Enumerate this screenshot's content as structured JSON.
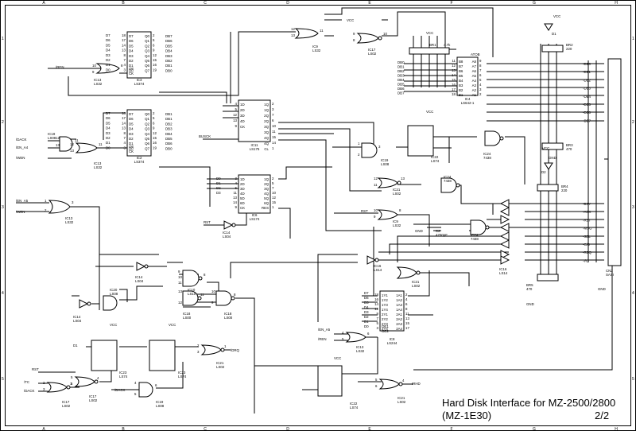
{
  "title_block": {
    "line1": "Hard Disk Interface for MZ-2500/2800",
    "line2": "(MZ-1E30)",
    "sheet": "2/2"
  },
  "border": {
    "cols": [
      "A",
      "B",
      "C",
      "D",
      "E",
      "F",
      "G",
      "H"
    ],
    "rows": [
      "1",
      "2",
      "3",
      "4",
      "5"
    ]
  },
  "chips": [
    {
      "id": "ic3a",
      "ref": "IC3",
      "part": "LS374",
      "left": [
        "D7",
        "D6",
        "D5",
        "D4",
        "D3",
        "D2",
        "D1",
        "D0"
      ],
      "lp": [
        "18",
        "17",
        "14",
        "13",
        "8",
        "7",
        "4",
        "3"
      ],
      "in_right": [
        "Q0",
        "Q1",
        "Q2",
        "Q3",
        "Q4",
        "Q5",
        "Q6",
        "Q7"
      ],
      "rp": [
        "2",
        "5",
        "6",
        "9",
        "12",
        "15",
        "16",
        "19"
      ],
      "right": [
        "DB7",
        "DB6",
        "DB5",
        "DB4",
        "DB3",
        "DB2",
        "DB1",
        "DB0"
      ],
      "ctrl": [
        "OE",
        "CK"
      ],
      "cp": [
        "1",
        "11"
      ]
    },
    {
      "id": "ic2",
      "ref": "IC2",
      "part": "LS374",
      "left": [
        "D7",
        "D6",
        "D5",
        "D4",
        "D3",
        "D2",
        "D1",
        "D0"
      ],
      "lp": [
        "18",
        "17",
        "14",
        "13",
        "8",
        "7",
        "4",
        "3"
      ],
      "in_right": [
        "Q0",
        "Q1",
        "Q2",
        "Q3",
        "Q4",
        "Q5",
        "Q6",
        "Q7"
      ],
      "rp": [
        "2",
        "5",
        "6",
        "9",
        "12",
        "15",
        "16",
        "19"
      ],
      "right": [
        "DB1",
        "DB1",
        "DB2",
        "DB3",
        "DB4",
        "DB5",
        "DB6",
        "DB0"
      ],
      "ctrl": [
        "OE",
        "CK"
      ],
      "cp": [
        "1",
        "11"
      ]
    },
    {
      "id": "ic11",
      "ref": "IC11",
      "part": "LS175",
      "left": [
        "1D",
        "2D",
        "3D",
        "4D",
        "CK"
      ],
      "lp": [
        "4",
        "5",
        "12",
        "13",
        "9"
      ],
      "in_right": [
        "1Q",
        "1Q",
        "2Q",
        "2Q",
        "3Q",
        "3Q",
        "4Q",
        "4Q",
        "CL"
      ],
      "rp": [
        "2",
        "3",
        "7",
        "6",
        "10",
        "11",
        "15",
        "14",
        "1"
      ],
      "right": []
    },
    {
      "id": "ic6",
      "ref": "IC6",
      "part": "LS174",
      "left": [
        "1D",
        "2D",
        "3D",
        "4D",
        "5D",
        "6D",
        "CK"
      ],
      "lp": [
        "3",
        "4",
        "6",
        "11",
        "13",
        "14",
        "9"
      ],
      "in_right": [
        "1Q",
        "2Q",
        "3Q",
        "4Q",
        "5Q",
        "6Q",
        "RES"
      ],
      "rp": [
        "2",
        "5",
        "7",
        "10",
        "12",
        "15",
        "1"
      ],
      "right": []
    },
    {
      "id": "ic4",
      "ref": "IC4",
      "part": "LS642-1",
      "left": [
        "B8",
        "B7",
        "B6",
        "B5",
        "B4",
        "B3",
        "B2",
        "B1"
      ],
      "lp": [
        "11",
        "12",
        "13",
        "14",
        "15",
        "16",
        "17",
        "18"
      ],
      "in_right": [
        "A8",
        "A7",
        "A6",
        "A5",
        "A4",
        "A3",
        "A2",
        "A1"
      ],
      "rp": [
        "9",
        "8",
        "7",
        "6",
        "5",
        "4",
        "3",
        "2"
      ],
      "right": []
    },
    {
      "id": "ic8",
      "ref": "IC8",
      "part": "LS244",
      "left": [
        "1Y1",
        "1Y2",
        "1Y3",
        "1Y4",
        "2Y1",
        "2Y2",
        "2Y3",
        "2Y4"
      ],
      "lp": [
        "18",
        "16",
        "14",
        "12",
        "9",
        "7",
        "5",
        "3"
      ],
      "in_right": [
        "1A1",
        "1A2",
        "1A3",
        "1A4",
        "2A1",
        "2A2",
        "2A3",
        "2A4"
      ],
      "rp": [
        "2",
        "4",
        "6",
        "8",
        "11",
        "13",
        "15",
        "17"
      ],
      "right": [],
      "ctrl": [
        "OE1",
        "OE2"
      ],
      "cp": [
        "1",
        "19"
      ]
    }
  ],
  "bus_labels": {
    "ic3a_in": [
      "D7",
      "D6",
      "D5",
      "D4",
      "D3",
      "D2",
      "D1",
      "D0"
    ],
    "ic2_in": [
      "D7",
      "D6",
      "D5",
      "D4",
      "D3",
      "D2",
      "D1",
      "D0"
    ],
    "ic4_in": [
      "DB0",
      "DB1",
      "DB2",
      "DB3",
      "DB4",
      "DB5",
      "DB6",
      "DB7"
    ],
    "ic6_in": [
      "D0",
      "D1",
      "D2",
      "D3"
    ],
    "ic8_out": [
      "D7",
      "D6",
      "D5",
      "D4",
      "D3",
      "D2",
      "D1",
      "D0"
    ],
    "cn2_data": [
      "-DB0",
      "-DB1",
      "-DB2",
      "-DB3",
      "-DB4",
      "-DB5",
      "-DB6",
      "-DB7"
    ],
    "cn2_ctrl": [
      "-BSY",
      "-ACK",
      "-RST",
      "-MSG",
      "-SEL",
      "-C/D",
      "-REQ",
      "-I/O"
    ]
  },
  "labels": [
    {
      "id": "ren",
      "text": "/REN"
    },
    {
      "id": "dack1",
      "text": "/DACK"
    },
    {
      "id": "ena4",
      "text": "/EN_A4"
    },
    {
      "id": "wen1",
      "text": "/WEN"
    },
    {
      "id": "busck",
      "text": "BUSCK"
    },
    {
      "id": "ena5",
      "text": "/EN_A5"
    },
    {
      "id": "wen2",
      "text": "/WEN"
    },
    {
      "id": "rst1",
      "text": "RST"
    },
    {
      "id": "rst2",
      "text": "RST"
    },
    {
      "id": "rst3",
      "text": "RST"
    },
    {
      "id": "tc",
      "text": "/TC"
    },
    {
      "id": "dack2",
      "text": "/DACK"
    },
    {
      "id": "dack3",
      "text": "/DACK"
    },
    {
      "id": "d1",
      "text": "D1"
    },
    {
      "id": "drq",
      "text": "/DRQ"
    },
    {
      "id": "irhd",
      "text": "IRHD"
    },
    {
      "id": "ena5b",
      "text": "/EN_A5"
    },
    {
      "id": "ren2",
      "text": "/REN"
    },
    {
      "id": "vcc1",
      "text": "VCC"
    },
    {
      "id": "vcc2",
      "text": "VCC"
    },
    {
      "id": "vcc3",
      "text": "VCC"
    },
    {
      "id": "vcc4",
      "text": "VCC"
    },
    {
      "id": "vcc5",
      "text": "VCC"
    },
    {
      "id": "vcc6",
      "text": "VCC"
    },
    {
      "id": "vcc7",
      "text": "VCC"
    },
    {
      "id": "vcc8",
      "text": "VCC"
    },
    {
      "id": "gnd1",
      "text": "GND"
    },
    {
      "id": "gnd2",
      "text": "GND"
    },
    {
      "id": "gnd3",
      "text": "GND"
    },
    {
      "id": "gnd4",
      "text": "GND"
    },
    {
      "id": "br1",
      "text": "BR1"
    },
    {
      "id": "br1v",
      "text": "4.7k"
    },
    {
      "id": "br2",
      "text": "BR2"
    },
    {
      "id": "br2v",
      "text": "220"
    },
    {
      "id": "br3",
      "text": "BR3"
    },
    {
      "id": "br3v",
      "text": "470"
    },
    {
      "id": "br4",
      "text": "BR4"
    },
    {
      "id": "br4v",
      "text": "220"
    },
    {
      "id": "br5",
      "text": "BR5"
    },
    {
      "id": "br5v",
      "text": "470"
    },
    {
      "id": "c2",
      "text": "C2"
    },
    {
      "id": "c2v",
      "text": "4700pF"
    },
    {
      "id": "d1d",
      "text": "D1"
    },
    {
      "id": "d2d",
      "text": "D2"
    },
    {
      "id": "cn2",
      "text": "CN2"
    },
    {
      "id": "cn2t",
      "text": "SASI"
    },
    {
      "id": "ato",
      "text": "ATOB"
    },
    {
      "id": "ic4lbl",
      "text": "IC4"
    },
    {
      "id": "ic4p",
      "text": "LS642-1"
    }
  ],
  "gates": [
    {
      "id": "ic13a",
      "ref": "IC13",
      "part": "LS32"
    },
    {
      "id": "ic19a",
      "ref": "IC19",
      "part": "LS08"
    },
    {
      "id": "ic13b",
      "ref": "IC13",
      "part": "LS32"
    },
    {
      "id": "ic9",
      "ref": "IC9",
      "part": "LS32"
    },
    {
      "id": "ic17a",
      "ref": "IC17",
      "part": "LS02"
    },
    {
      "id": "ic19b",
      "ref": "IC19",
      "part": "LS08"
    },
    {
      "id": "ic22a",
      "ref": "IC22",
      "part": "LS74"
    },
    {
      "id": "ic24a",
      "ref": "IC24",
      "part": "7438"
    },
    {
      "id": "ic21a",
      "ref": "IC21",
      "part": "LS02"
    },
    {
      "id": "ic24b",
      "ref": "IC24",
      "part": "7438"
    },
    {
      "id": "ic9b",
      "ref": "IC9",
      "part": "LS32"
    },
    {
      "id": "ic24c",
      "ref": "IC24",
      "part": "7438"
    },
    {
      "id": "ic13c",
      "ref": "IC13",
      "part": "LS32"
    },
    {
      "id": "ic14a",
      "ref": "IC14",
      "part": "LS04"
    },
    {
      "id": "ic16a",
      "ref": "IC16",
      "part": "LS14"
    },
    {
      "id": "ic21b",
      "ref": "IC21",
      "part": "LS02"
    },
    {
      "id": "ic16b",
      "ref": "IC16",
      "part": "LS14"
    },
    {
      "id": "ic14b",
      "ref": "IC14",
      "part": "LS04"
    },
    {
      "id": "ic20",
      "ref": "IC20",
      "part": "LS08"
    },
    {
      "id": "ic10",
      "ref": "IC10",
      "part": "LS10"
    },
    {
      "id": "ic18a",
      "ref": "IC18",
      "part": "LS00"
    },
    {
      "id": "ic18b",
      "ref": "IC18",
      "part": "LS00"
    },
    {
      "id": "ic14c",
      "ref": "IC14",
      "part": "LS04"
    },
    {
      "id": "ic23a",
      "ref": "IC23",
      "part": "LS74"
    },
    {
      "id": "ic23b",
      "ref": "IC23",
      "part": "LS74"
    },
    {
      "id": "ic21c",
      "ref": "IC21",
      "part": "LS02"
    },
    {
      "id": "ic17b",
      "ref": "IC17",
      "part": "LS02"
    },
    {
      "id": "ic17c",
      "ref": "IC17",
      "part": "LS02"
    },
    {
      "id": "ic19c",
      "ref": "IC19",
      "part": "LS08"
    },
    {
      "id": "ic13d",
      "ref": "IC13",
      "part": "LS32"
    },
    {
      "id": "ic22b",
      "ref": "IC22",
      "part": "LS74"
    },
    {
      "id": "ic21d",
      "ref": "IC21",
      "part": "LS02"
    }
  ],
  "pins": {
    "ic13a": [
      "10",
      "9",
      "8"
    ],
    "ic19a": [
      "12",
      "13",
      "11"
    ],
    "ic13b": [
      "12",
      "13",
      "11"
    ],
    "ic9": [
      "12",
      "13",
      "11"
    ],
    "ic17a": [
      "9",
      "8",
      "10"
    ],
    "ic19b": [
      "1",
      "2",
      "3"
    ],
    "ic21a": [
      "12",
      "11",
      "13"
    ],
    "ic9b": [
      "10",
      "9",
      "8"
    ],
    "ic13c": [
      "1",
      "2",
      "3"
    ],
    "ic10": [
      "9",
      "10",
      "11",
      "8"
    ],
    "ic18a": [
      "13",
      "12",
      "11"
    ],
    "ic18b": [
      "10",
      "9",
      "8"
    ],
    "ic21c": [
      "2",
      "3",
      "1"
    ],
    "ic17b": [
      "5",
      "6",
      "4"
    ],
    "ic17c": [
      "2",
      "3",
      "1"
    ],
    "ic19c": [
      "4",
      "5",
      "6"
    ],
    "ic13d": [
      "4",
      "5",
      "6"
    ],
    "ic21d": [
      "5",
      "6",
      "4"
    ]
  }
}
